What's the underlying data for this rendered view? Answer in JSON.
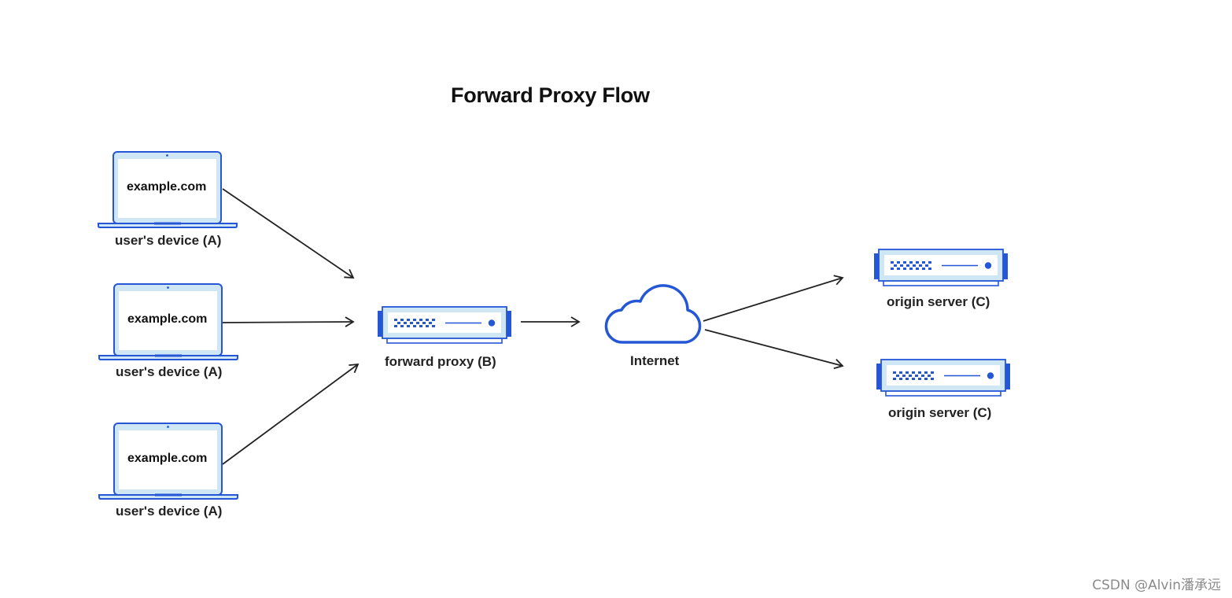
{
  "diagram": {
    "title": "Forward Proxy Flow",
    "devices": [
      {
        "screen_text": "example.com",
        "label": "user's device (A)"
      },
      {
        "screen_text": "example.com",
        "label": "user's device (A)"
      },
      {
        "screen_text": "example.com",
        "label": "user's device (A)"
      }
    ],
    "proxy": {
      "label": "forward proxy (B)",
      "icon": "server-icon"
    },
    "internet": {
      "label": "Internet",
      "icon": "cloud-icon"
    },
    "servers": [
      {
        "label": "origin server (C)",
        "icon": "server-icon"
      },
      {
        "label": "origin server (C)",
        "icon": "server-icon"
      }
    ],
    "colors": {
      "outline": "#2456d6",
      "fill_light": "#cfe6f5",
      "arrow": "#222222"
    }
  },
  "watermark": "CSDN @Alvin潘承远"
}
